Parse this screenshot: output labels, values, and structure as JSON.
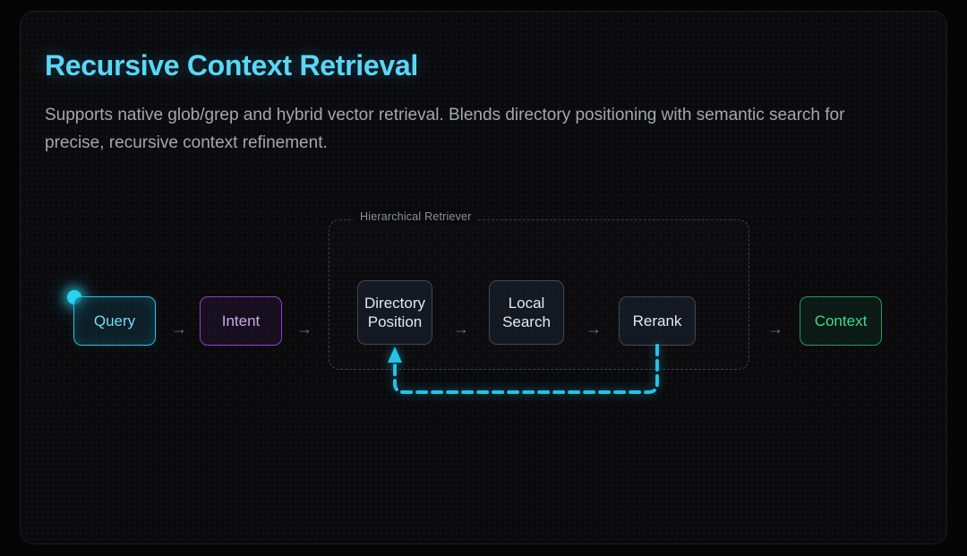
{
  "header": {
    "title": "Recursive Context Retrieval",
    "subtitle": "Supports native glob/grep and hybrid vector retrieval. Blends directory positioning with semantic search for precise, recursive context refinement.",
    "title_color": "#5ad7f5",
    "subtitle_color": "#a5a7b0"
  },
  "diagram": {
    "group": {
      "label": "Hierarchical Retriever"
    },
    "nodes": [
      {
        "id": "query",
        "label": "Query",
        "color": "#22c3e6"
      },
      {
        "id": "intent",
        "label": "Intent",
        "color": "#8b44c9"
      },
      {
        "id": "dir",
        "label": "Directory\nPosition",
        "color": "#3e4656"
      },
      {
        "id": "local",
        "label": "Local\nSearch",
        "color": "#3e4656"
      },
      {
        "id": "rerank",
        "label": "Rerank",
        "color": "#3e4656"
      },
      {
        "id": "context",
        "label": "Context",
        "color": "#1f9d62"
      }
    ],
    "arrows": {
      "glyph": "→",
      "sequence": [
        "query-to-intent",
        "intent-to-group",
        "dir-to-local",
        "local-to-rerank",
        "group-to-context"
      ]
    },
    "feedback_loop": {
      "from": "rerank",
      "to": "dir",
      "color": "#22c3e6",
      "style": "dashed"
    }
  }
}
